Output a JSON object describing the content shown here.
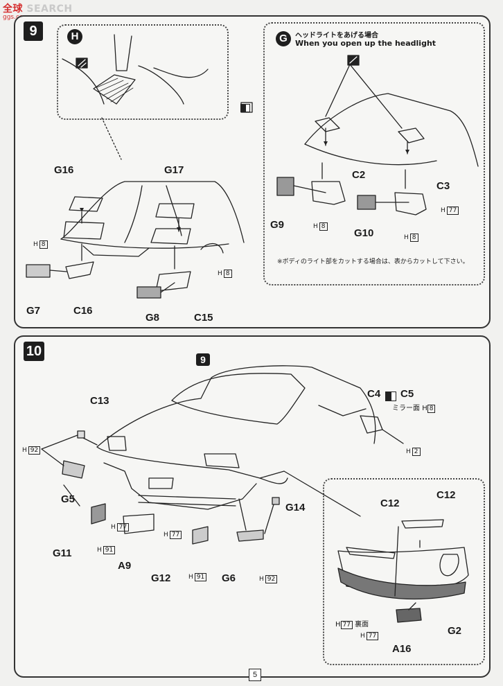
{
  "watermark": {
    "text_a": "全",
    "text_b": "球",
    "text_c": "SEARCH",
    "url": "ggs.ccm"
  },
  "step9": {
    "number": "9",
    "detail_H": {
      "letter": "H"
    },
    "detail_G": {
      "letter": "G",
      "jp": "ヘッドライトをあげる場合",
      "en": "When you open up the headlight"
    },
    "labels": {
      "G16": "G16",
      "G17": "G17",
      "G7": "G7",
      "C16": "C16",
      "G8": "G8",
      "C15": "C15",
      "C2": "C2",
      "C3": "C3",
      "G9": "G9",
      "G10": "G10"
    },
    "paints": [
      {
        "code": "H",
        "num": "8"
      },
      {
        "code": "H",
        "num": "8"
      },
      {
        "code": "H",
        "num": "8"
      },
      {
        "code": "H",
        "num": "77"
      },
      {
        "code": "H",
        "num": "8"
      }
    ],
    "note": "※ボディのライト部をカットする場合は、表からカットして下さい。"
  },
  "step10": {
    "number": "10",
    "ref_step": "9",
    "labels": {
      "C4": "C4",
      "C5": "C5",
      "C13": "C13",
      "G5": "G5",
      "G11": "G11",
      "A9": "A9",
      "G12": "G12",
      "G6": "G6",
      "G14": "G14",
      "C12a": "C12",
      "C12b": "C12",
      "G2": "G2",
      "A16": "A16"
    },
    "mirror_text": "ミラー面",
    "back_text": "裏面",
    "paints": {
      "mirror": {
        "code": "H",
        "num": "8"
      },
      "c4": {
        "code": "H",
        "num": "2"
      },
      "c13": {
        "code": "H",
        "num": "92"
      },
      "g11": {
        "code": "H",
        "num": "91"
      },
      "grille": {
        "code": "H",
        "num": "77"
      },
      "a9": {
        "code": "H",
        "num": "77"
      },
      "g12": {
        "code": "H",
        "num": "91"
      },
      "g6": {
        "code": "H",
        "num": "92"
      },
      "back": {
        "code": "H",
        "num": "77"
      },
      "a16": {
        "code": "H",
        "num": "77"
      }
    }
  },
  "page_number": "5"
}
